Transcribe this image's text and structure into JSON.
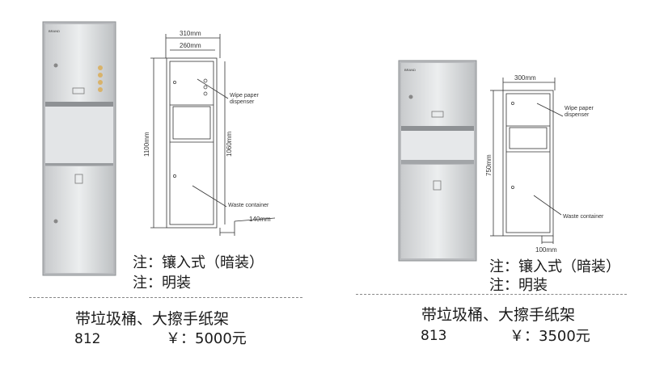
{
  "products": [
    {
      "model": "812",
      "title": "带垃圾桶、大擦手纸架",
      "price": "￥：5000元",
      "notes": [
        "注：镶入式（暗装）",
        "注：明装"
      ],
      "drawing": {
        "width_outer": "310mm",
        "width_inner": "260mm",
        "height_outer": "1100mm",
        "height_inner": "1060mm",
        "depth": "140mm",
        "label_top": "Wipe paper\ndispenser",
        "label_bottom": "Waste container"
      }
    },
    {
      "model": "813",
      "title": "带垃圾桶、大擦手纸架",
      "price": "￥：3500元",
      "notes": [
        "注：镶入式（暗装）",
        "注：明装"
      ],
      "drawing": {
        "width_outer": "300mm",
        "height_outer": "750mm",
        "depth": "100mm",
        "label_top": "Wipe paper\ndispenser",
        "label_bottom": "Waste container"
      }
    }
  ]
}
